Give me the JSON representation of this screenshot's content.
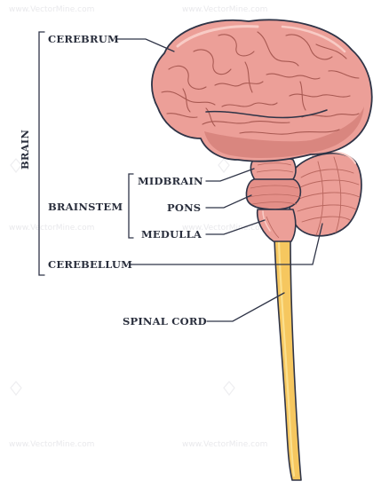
{
  "labels": {
    "cerebrum": "CEREBRUM",
    "brain": "BRAIN",
    "midbrain": "MIDBRAIN",
    "brainstem": "BRAINSTEM",
    "pons": "PONS",
    "medulla": "MEDULLA",
    "cerebellum": "CEREBELLUM",
    "spinal_cord": "SPINAL CORD"
  },
  "watermark": "www.VectorMine.com",
  "colors": {
    "brain_fill": "#ec9f98",
    "brain_shadow": "#d57f79",
    "brain_highlight": "#f6c2bc",
    "outline": "#2f3447",
    "spinal_cord": "#f6c75f",
    "spinal_cord_light": "#fbe08f",
    "text": "#2a2f3d"
  }
}
